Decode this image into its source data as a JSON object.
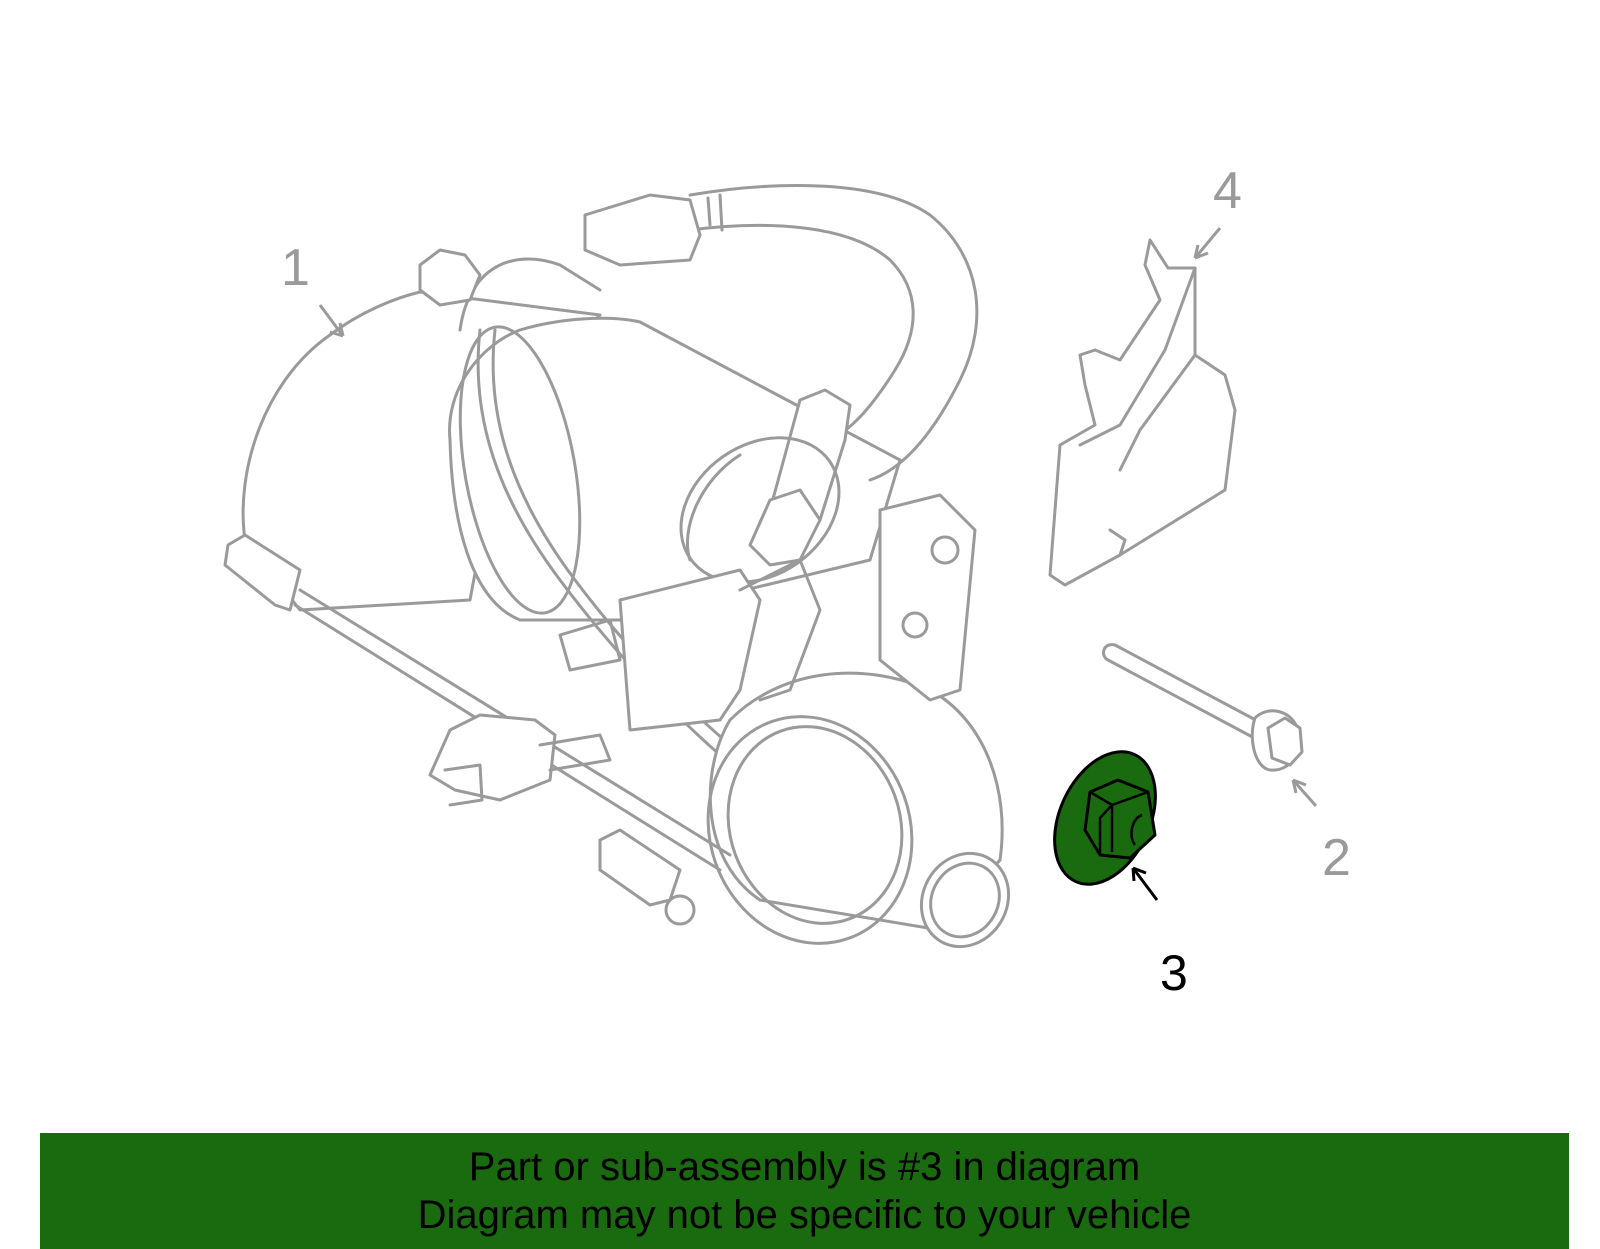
{
  "callouts": {
    "c1": "1",
    "c2": "2",
    "c3": "3",
    "c4": "4"
  },
  "highlight": {
    "part_number": "3",
    "color": "#1a6a0f"
  },
  "banner": {
    "line1": "Part or sub-assembly is #3 in diagram",
    "line2": "Diagram may not be specific to your vehicle",
    "background": "#1a6a0f"
  }
}
